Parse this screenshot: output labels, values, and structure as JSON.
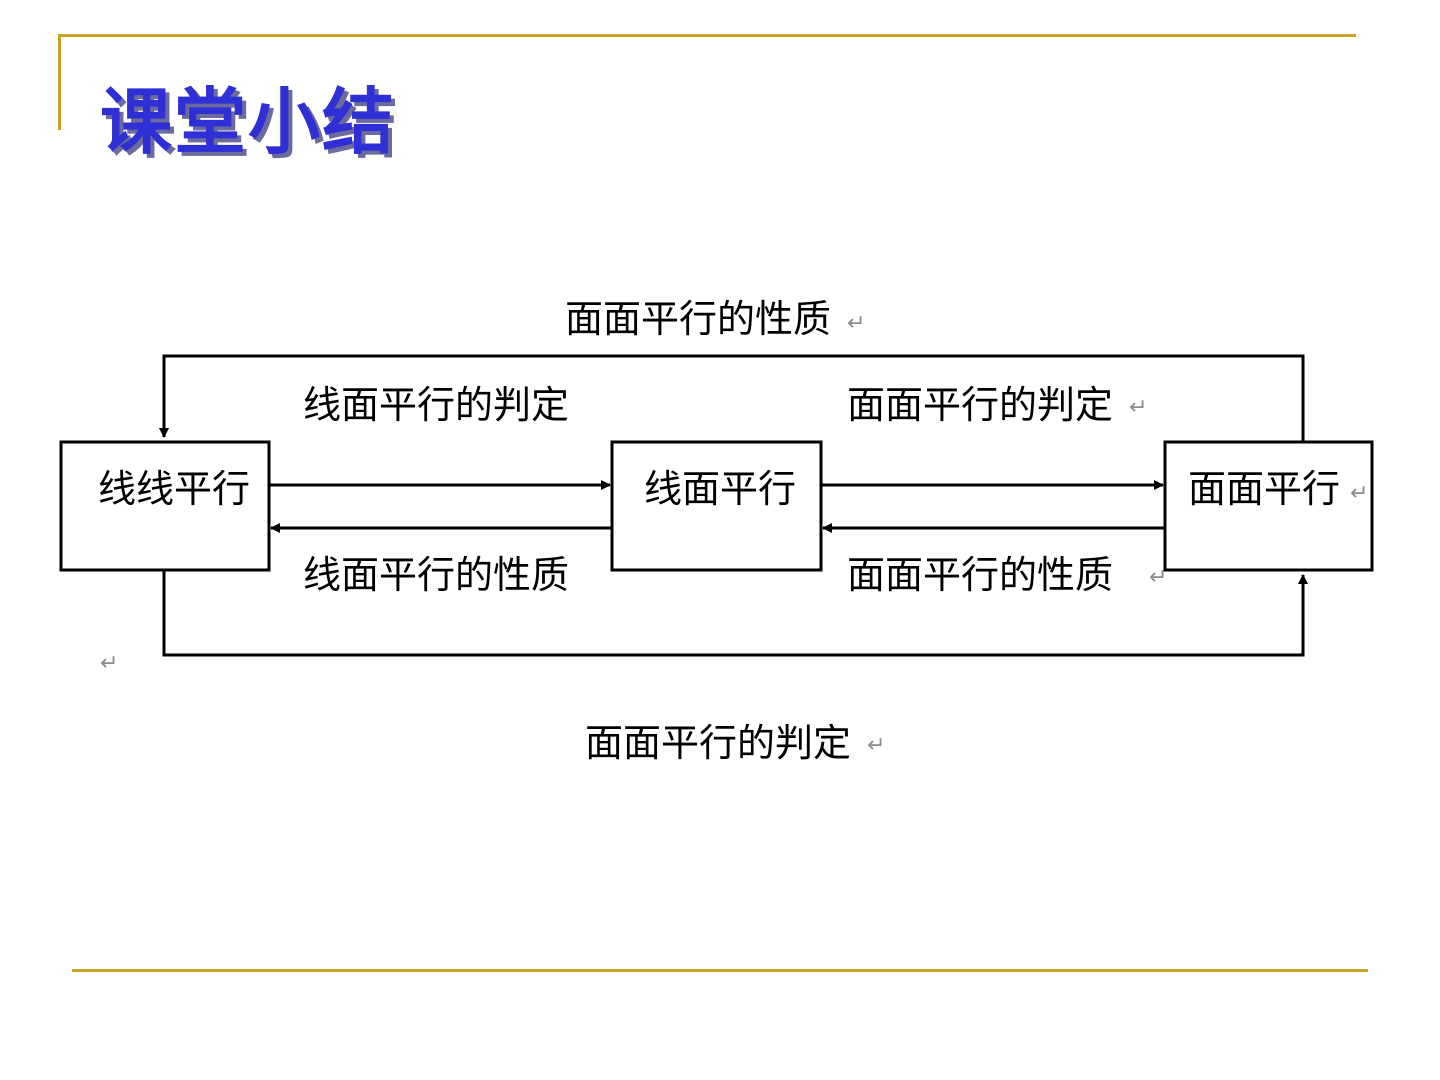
{
  "title": "课堂小结",
  "diagram": {
    "nodes": {
      "left": "线线平行",
      "middle": "线面平行",
      "right": "面面平行"
    },
    "edges": {
      "top_loop": "面面平行的性质",
      "left_to_middle": "线面平行的判定",
      "middle_to_right": "面面平行的判定",
      "middle_to_left": "线面平行的性质",
      "right_to_middle": "面面平行的性质",
      "bottom_loop": "面面平行的判定"
    },
    "return_mark": "↵"
  },
  "colors": {
    "title": "#2f2fd6",
    "title_shadow": "#6b6b9e",
    "rule": "#c9a227",
    "line": "#000000",
    "mark": "#8c8c8c"
  }
}
